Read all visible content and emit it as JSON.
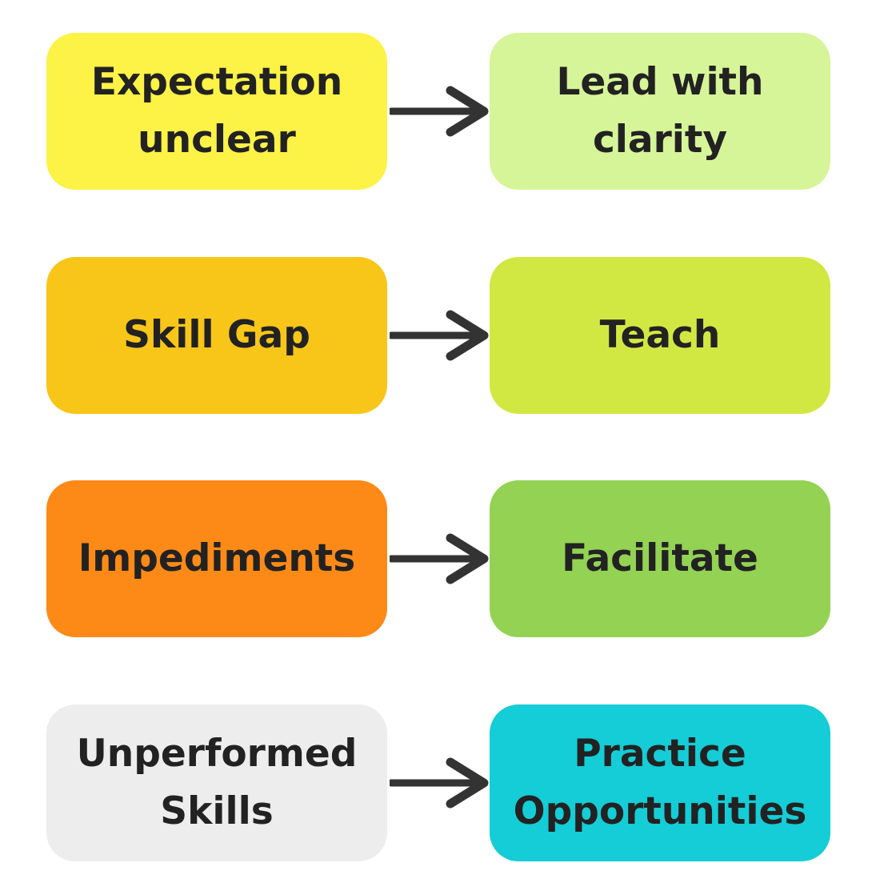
{
  "rows": [
    {
      "problem": {
        "label": "Expectation\nunclear",
        "color": "#fdf246"
      },
      "response": {
        "label": "Lead with\nclarity",
        "color": "#d6f598"
      }
    },
    {
      "problem": {
        "label": "Skill Gap",
        "color": "#f8c618"
      },
      "response": {
        "label": "Teach",
        "color": "#d2e842"
      }
    },
    {
      "problem": {
        "label": "Impediments",
        "color": "#fd8a17"
      },
      "response": {
        "label": "Facilitate",
        "color": "#93d253"
      }
    },
    {
      "problem": {
        "label": "Unperformed\nSkills",
        "color": "#ededed"
      },
      "response": {
        "label": "Practice\nOpportunities",
        "color": "#14cdd6"
      }
    }
  ],
  "arrow_color": "#333333",
  "text_color": "#222222"
}
